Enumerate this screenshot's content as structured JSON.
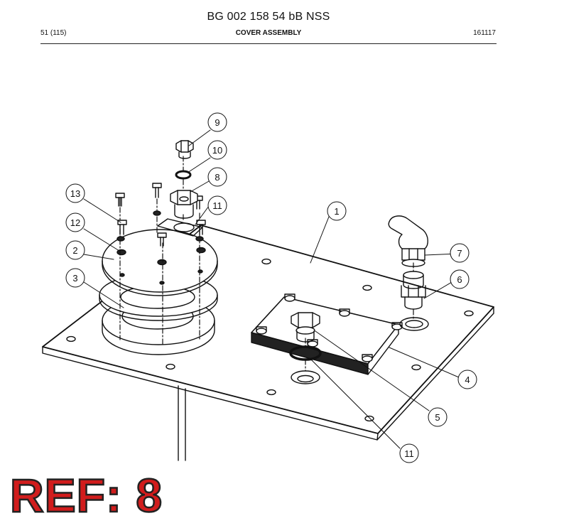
{
  "header": {
    "doc_title": "BG 002 158 54 bB NSS",
    "page_ref": "51 (115)",
    "section_title": "COVER ASSEMBLY",
    "doc_date": "161117"
  },
  "callouts": [
    {
      "id": "c9",
      "label": "9"
    },
    {
      "id": "c10",
      "label": "10"
    },
    {
      "id": "c8",
      "label": "8"
    },
    {
      "id": "c11a",
      "label": "11"
    },
    {
      "id": "c13",
      "label": "13"
    },
    {
      "id": "c12",
      "label": "12"
    },
    {
      "id": "c2",
      "label": "2"
    },
    {
      "id": "c3",
      "label": "3"
    },
    {
      "id": "c1",
      "label": "1"
    },
    {
      "id": "c7",
      "label": "7"
    },
    {
      "id": "c6",
      "label": "6"
    },
    {
      "id": "c4",
      "label": "4"
    },
    {
      "id": "c5",
      "label": "5"
    },
    {
      "id": "c11b",
      "label": "11"
    }
  ],
  "ref_banner": "REF: 8",
  "colors": {
    "ref_banner": "#d11c1c",
    "line": "#111111"
  }
}
